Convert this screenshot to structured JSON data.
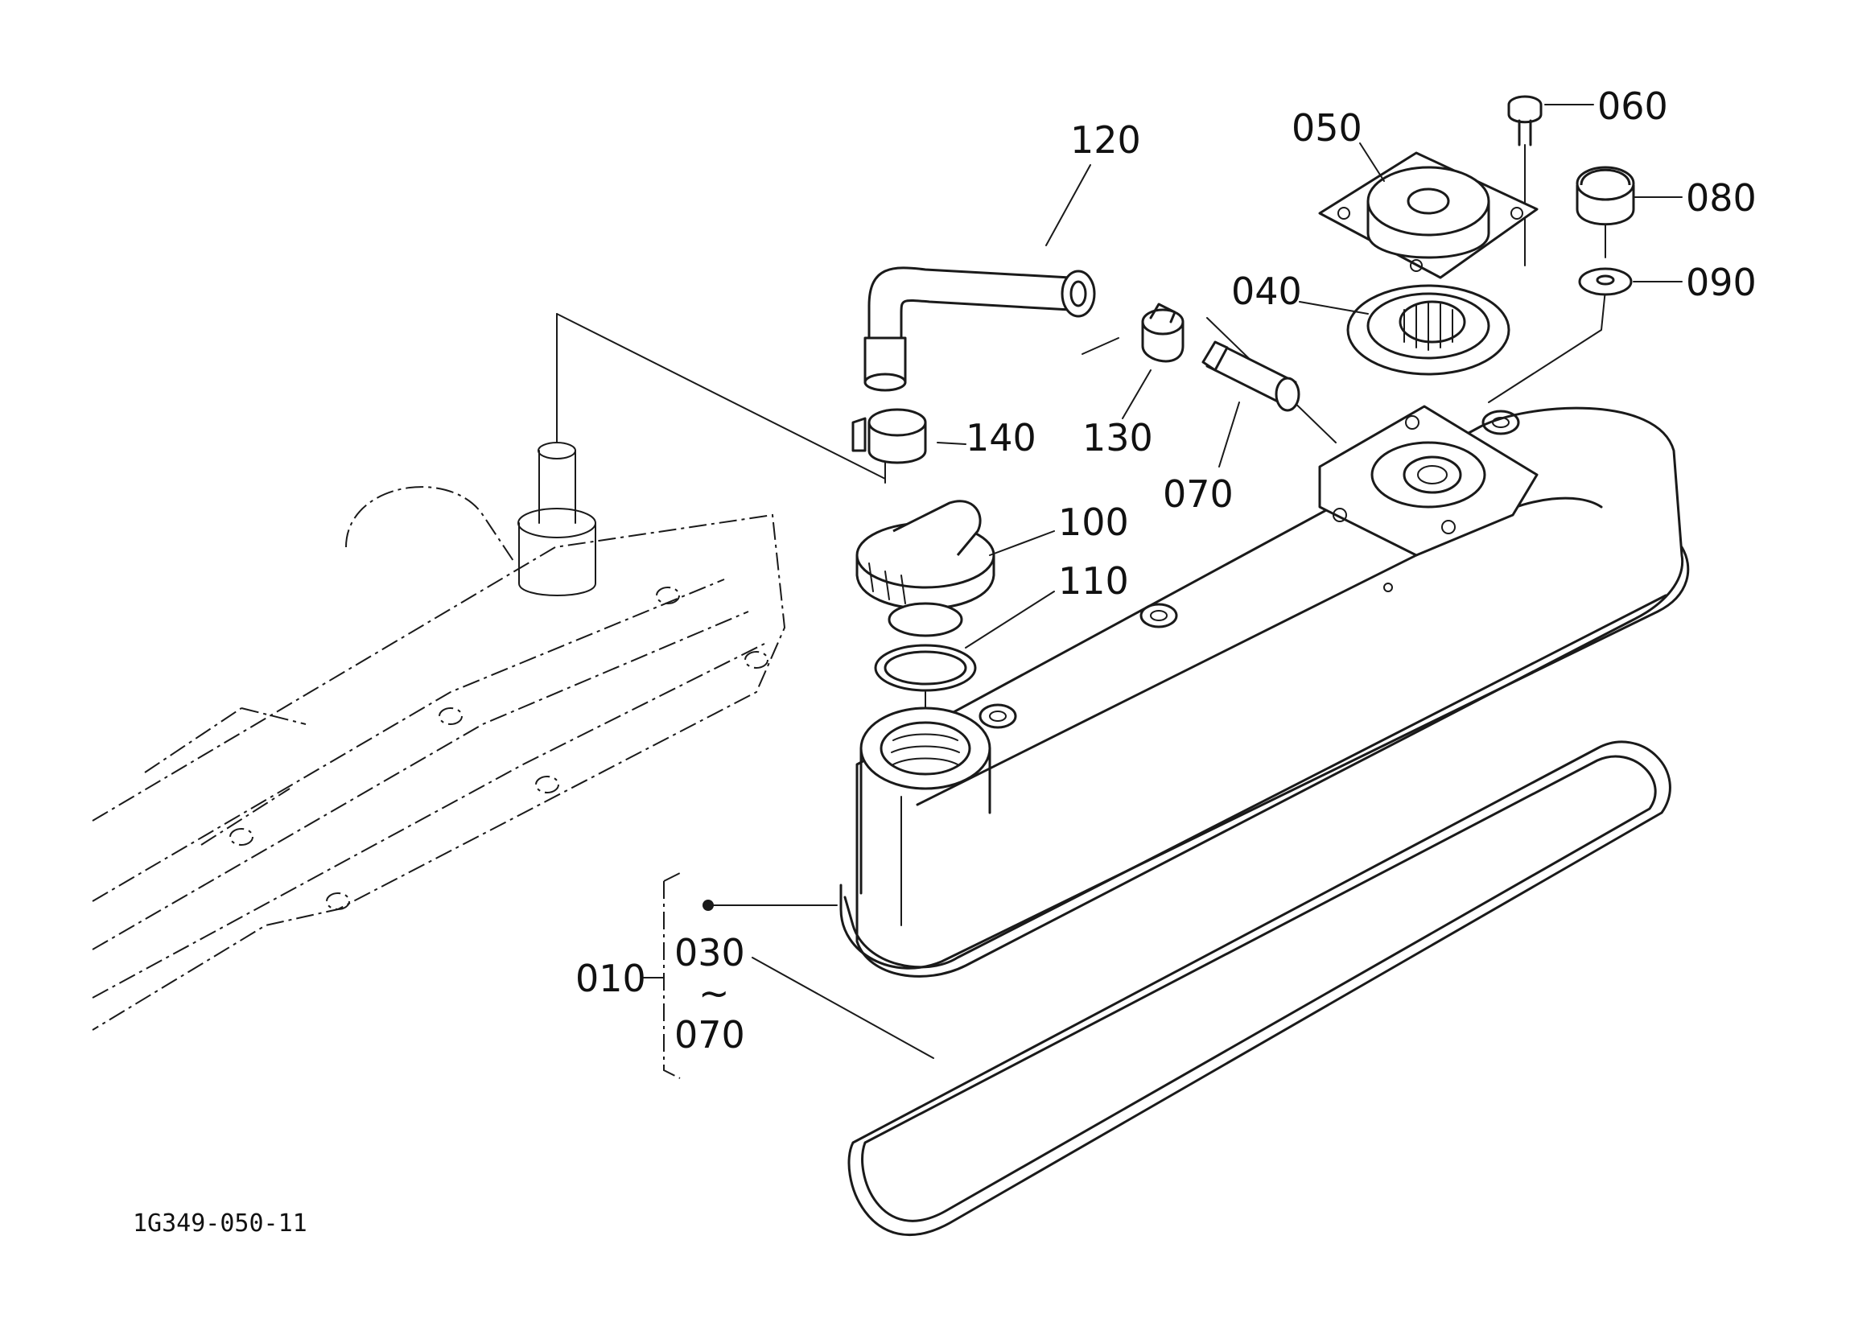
{
  "drawing_code": "1G349-050-11",
  "callouts": {
    "p010": "010",
    "p030": "030",
    "range_sep": "~",
    "p070_range": "070",
    "p040": "040",
    "p050": "050",
    "p060": "060",
    "p070": "070",
    "p080": "080",
    "p090": "090",
    "p100": "100",
    "p110": "110",
    "p120": "120",
    "p130": "130",
    "p140": "140"
  },
  "colors": {
    "ink": "#1a1a1a",
    "background": "#ffffff"
  }
}
